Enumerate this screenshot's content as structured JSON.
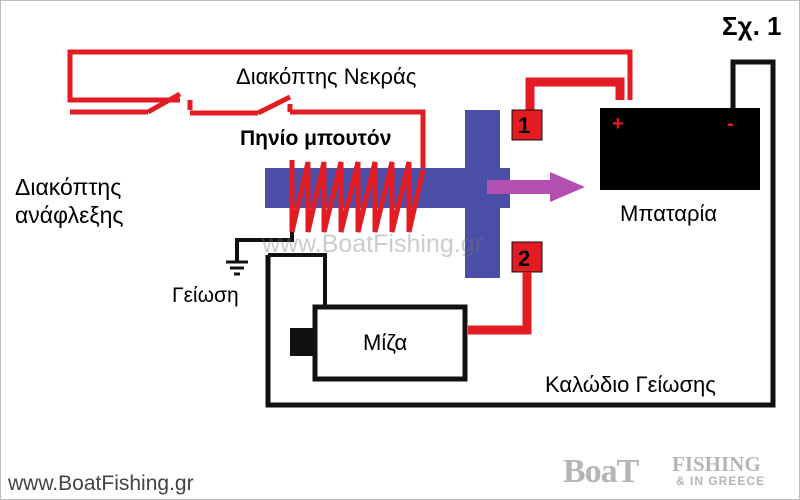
{
  "figure_number": "Σχ. 1",
  "labels": {
    "negative_switch": "Διακόπτης Νεκράς",
    "solenoid_coil": "Πηνίο μπουτόν",
    "ignition_switch_line1": "Διακόπτης",
    "ignition_switch_line2": "ανάφλεξης",
    "battery": "Μπαταρία",
    "ground": "Γείωση",
    "starter": "Μίζα",
    "ground_wire": "Καλώδιο Γείωσης"
  },
  "terminals": {
    "one": "1",
    "two": "2"
  },
  "battery_poles": {
    "positive": "+",
    "negative": "-"
  },
  "watermark": "www.BoatFishing.gr",
  "website": "www.BoatFishing.gr",
  "logo": {
    "main": "BoaT",
    "fishing": "FISHING",
    "sub": "& IN GREECE"
  },
  "colors": {
    "live_wire": "#e31b23",
    "ground_wire": "#111111",
    "solenoid": "#4b4ea6",
    "arrow": "#b24fb0",
    "battery": "#000000"
  }
}
